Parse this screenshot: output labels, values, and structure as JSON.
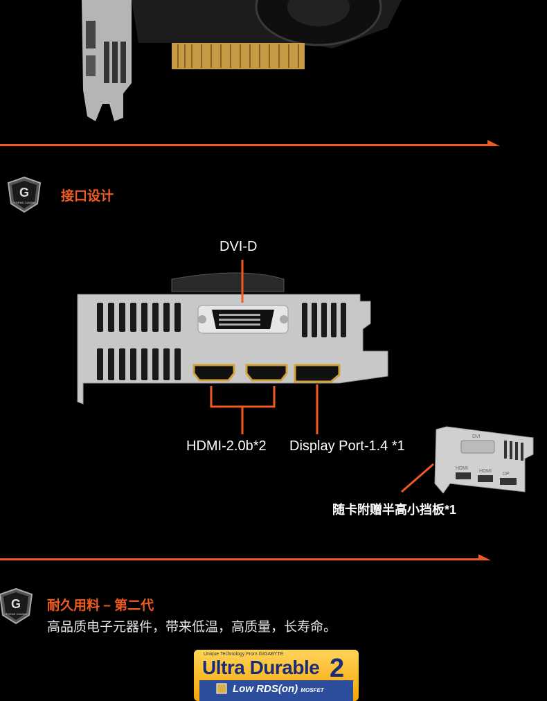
{
  "section_interface": {
    "title": "接口设计",
    "labels": {
      "dvi": "DVI-D",
      "hdmi": "HDMI-2.0b*2",
      "dp": "Display Port-1.4 *1",
      "bracket": "随卡附赠半高小挡板*1"
    },
    "bracket_port_marks": [
      "DVI",
      "HDMI",
      "HDMI",
      "DP"
    ]
  },
  "section_durable": {
    "title": "耐久用料 – 第二代",
    "description": "高品质电子元器件，带来低温，高质量，长寿命。"
  },
  "badge": {
    "small": "Unique Technology From GIGABYTE",
    "title": "Ultra Durable",
    "number": "2",
    "row1": "Low RDS(on)",
    "row1_sub": "MOSFET"
  },
  "logo_text": "XTREME GAMING",
  "colors": {
    "accent": "#f15a22",
    "background": "#000000"
  }
}
